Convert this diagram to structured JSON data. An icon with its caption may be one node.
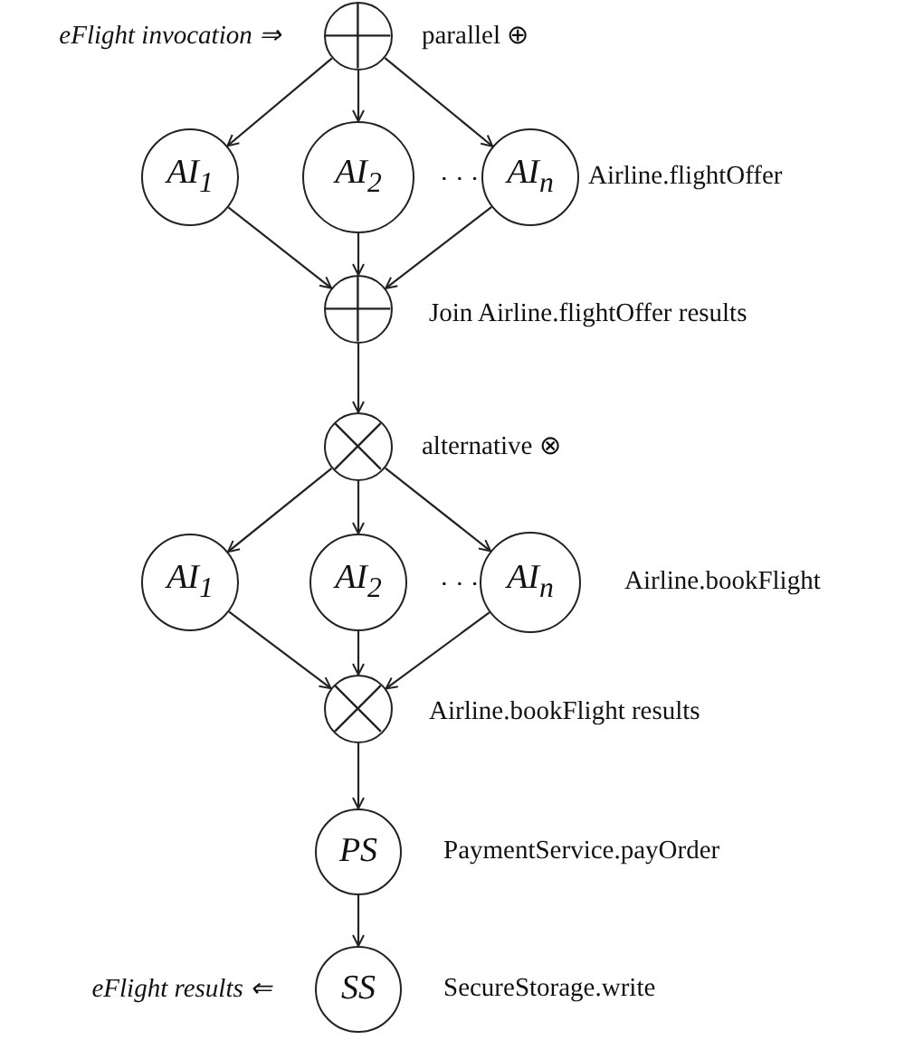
{
  "diagram": {
    "nodes": [
      {
        "text": [],
        "shape": "circle",
        "beside": [
          "eFlight invocation ⇒",
          "parallel ⊕"
        ]
      },
      {
        "text": [
          "AI$_{1}$"
        ]
      },
      {
        "text": [
          "AI$_{2}$"
        ]
      },
      {
        "text": [
          "AI$_{n}$"
        ]
      },
      {
        "text": [],
        "shape": "circle",
        "beside": [
          "Join Airline.flightOffer results"
        ]
      },
      {
        "text": [],
        "shape": "circle",
        "beside": [
          "alternative ⊗"
        ]
      },
      {
        "text": [
          "AI$_{1}$"
        ]
      },
      {
        "text": [
          "AI$_{2}$"
        ]
      },
      {
        "text": [
          "AI$_{n}$"
        ]
      },
      {
        "text": [],
        "shape": "circle",
        "beside": [
          "Airline.bookFlight results"
        ]
      },
      {
        "text": [
          "PS"
        ],
        "beside": [
          "PaymentService.payOrder"
        ]
      },
      {
        "text": [
          "SS"
        ],
        "beside": [
          "eFlight results ⇐",
          "SecureStorage.write"
        ]
      }
    ],
    "edges": [
      {
        "from": 0,
        "to": 1,
        "arrow": "to"
      },
      {
        "from": 0,
        "to": 2,
        "arrow": "to"
      },
      {
        "from": 0,
        "to": 3,
        "arrow": "to"
      },
      {
        "from": 1,
        "to": 4,
        "arrow": "to"
      },
      {
        "from": 2,
        "to": 4,
        "arrow": "to"
      },
      {
        "from": 3,
        "to": 4,
        "arrow": "to"
      },
      {
        "from": 4,
        "to": 5,
        "arrow": "to"
      },
      {
        "from": 5,
        "to": 6,
        "arrow": "to"
      },
      {
        "from": 5,
        "to": 7,
        "arrow": "to"
      },
      {
        "from": 5,
        "to": 8,
        "arrow": "to"
      },
      {
        "from": 6,
        "to": 9,
        "arrow": "to"
      },
      {
        "from": 7,
        "to": 9,
        "arrow": "to"
      },
      {
        "from": 8,
        "to": 9,
        "arrow": "to"
      },
      {
        "from": 9,
        "to": 10,
        "arrow": "to"
      },
      {
        "from": 10,
        "to": 11,
        "arrow": "to"
      }
    ],
    "labels": [
      "· · ·",
      "Airline.flightOffer",
      "· · ·",
      "Airline.bookFlight"
    ]
  }
}
